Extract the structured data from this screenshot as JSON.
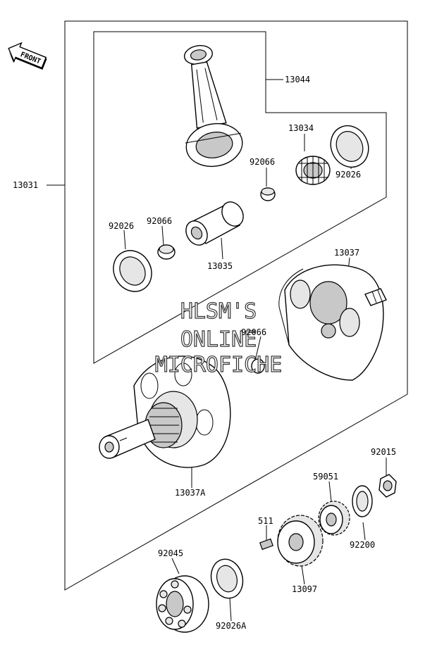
{
  "front_label": "FRONT",
  "labels": {
    "l13044": "13044",
    "l13034": "13034",
    "l92066a": "92066",
    "l92026a": "92026",
    "l13031": "13031",
    "l92026b": "92026",
    "l92066b": "92066",
    "l13035": "13035",
    "l13037": "13037",
    "l92066c": "92066",
    "l13037A": "13037A",
    "l92015": "92015",
    "l59051": "59051",
    "l511": "511",
    "l92200": "92200",
    "l92045": "92045",
    "l13097": "13097",
    "l92026A": "92026A"
  },
  "watermark": {
    "line1": "HLSM'S",
    "line2": "ONLINE",
    "line3": "MICROFICHE"
  }
}
